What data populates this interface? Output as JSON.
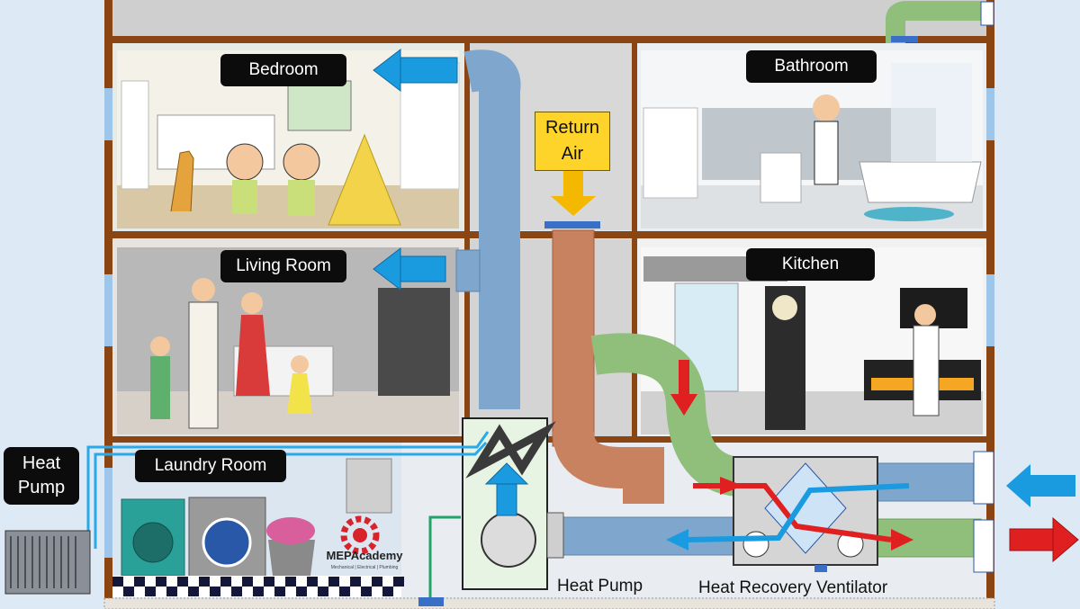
{
  "rooms": {
    "bedroom": "Bedroom",
    "bathroom": "Bathroom",
    "living_room": "Living Room",
    "kitchen": "Kitchen",
    "laundry_room": "Laundry Room"
  },
  "return_air": {
    "line1": "Return",
    "line2": "Air"
  },
  "outdoor_unit": {
    "line1": "Heat",
    "line2": "Pump"
  },
  "captions": {
    "heat_pump": "Heat Pump",
    "hrv": "Heat Recovery Ventilator"
  },
  "logo": {
    "text": "MEPAcademy",
    "tagline": "Mechanical | Electrical | Plumbing"
  },
  "colors": {
    "wall": "#8b4513",
    "supply_duct": "#7fa6cc",
    "return_duct": "#c98260",
    "exhaust_duct": "#8fbf7a",
    "fresh_air_arrow": "#1a9be0",
    "exhaust_arrow": "#e02020",
    "refrigerant_line": "#2aa9e8",
    "label_bg": "#0c0c0c",
    "return_label_bg": "#ffd42a"
  }
}
